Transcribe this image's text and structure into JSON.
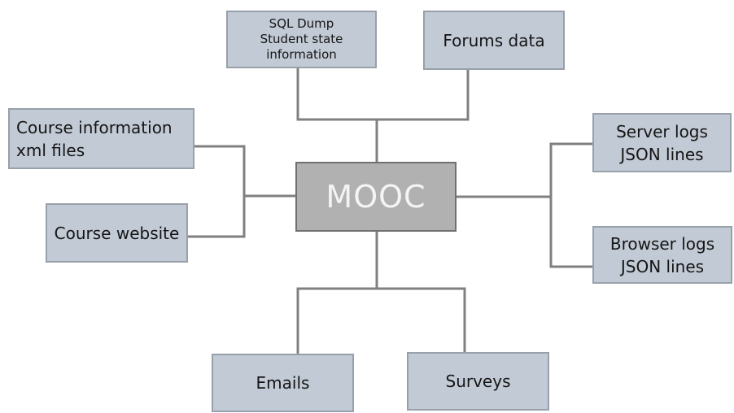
{
  "center": {
    "label": "MOOC"
  },
  "sources": {
    "sql_dump": [
      "SQL Dump",
      "Student state",
      "information"
    ],
    "forums": [
      "Forums data"
    ],
    "course_info": [
      "Course information",
      "xml files"
    ],
    "course_website": [
      "Course website"
    ],
    "server_logs": [
      "Server logs",
      "JSON lines"
    ],
    "browser_logs": [
      "Browser logs",
      "JSON lines"
    ],
    "emails": [
      "Emails"
    ],
    "surveys": [
      "Surveys"
    ]
  },
  "colors": {
    "box_fill": "#c2cad5",
    "box_border": "#98a0aa",
    "center_fill": "#b1b1b1",
    "center_border": "#707070",
    "center_text": "#f4f4f4",
    "connector": "#808080"
  }
}
